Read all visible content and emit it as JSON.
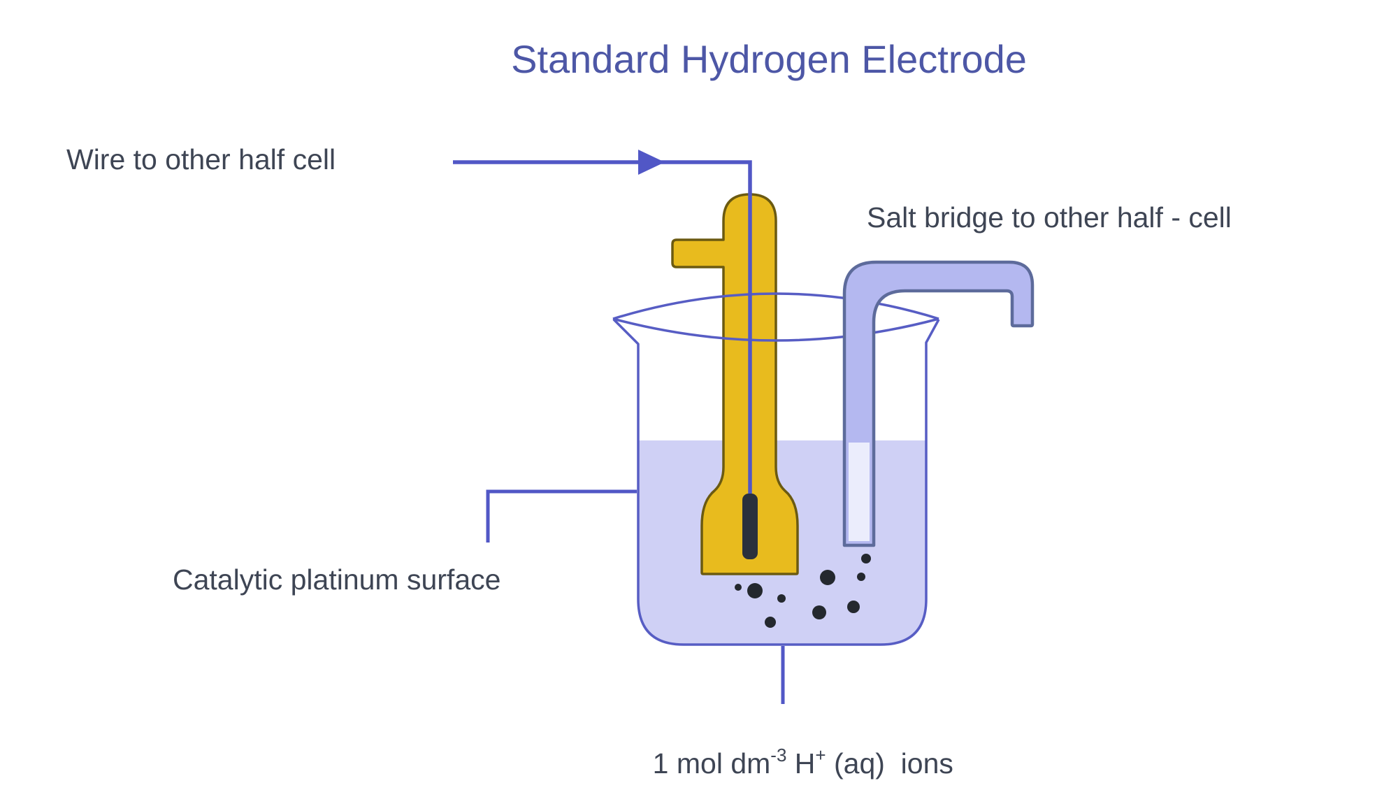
{
  "title": "Standard Hydrogen Electrode",
  "labels": {
    "wire": "Wire to other half cell",
    "salt_bridge": "Salt bridge to other half - cell",
    "platinum": "Catalytic platinum surface",
    "concentration": {
      "prefix": "1 mol dm",
      "sup1": "-3",
      "mid": " H",
      "sup2": "+",
      "suffix": " (aq)  ions"
    }
  },
  "diagram": {
    "parts": [
      "beaker",
      "electrolyte-solution",
      "hydrogen-electrode",
      "platinum-rod",
      "connecting-wire",
      "wire-arrowhead",
      "salt-bridge-tube",
      "hydrogen-bubbles"
    ],
    "bubble_count": 9
  },
  "colors": {
    "background": "#ffffff",
    "title-text": "#4d57a6",
    "label-text": "#3e4554",
    "wire-blue": "#5157c6",
    "beaker-outline": "#575dc4",
    "liquid": "#cfd0f5",
    "electrode-gold": "#e8bb1e",
    "electrode-outline": "#6b5a11",
    "platinum-dark": "#2a303c",
    "bubble-dark": "#24282e",
    "salt-bridge-fill": "#b4b8f0",
    "salt-bridge-outline": "#5d6b9b",
    "salt-bridge-inner": "#ebedfc"
  }
}
